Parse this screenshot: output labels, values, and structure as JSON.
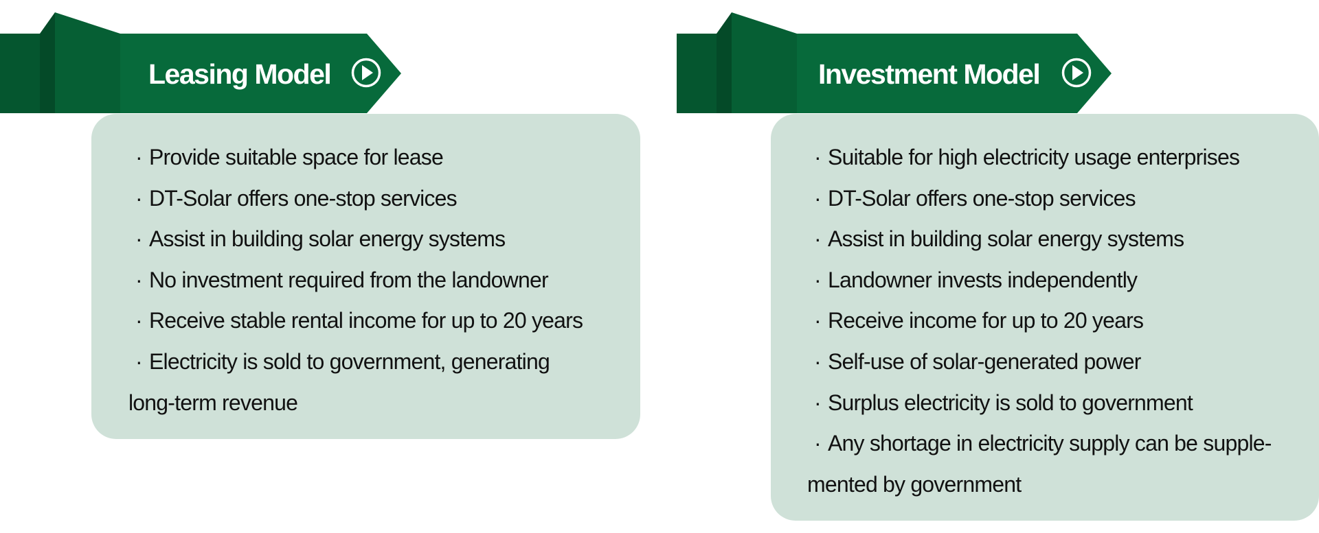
{
  "colors": {
    "ribbon_dark": "#05562f",
    "ribbon": "#076a3b",
    "box": "#cfe1d8",
    "text": "#111111"
  },
  "leasing": {
    "title": "Leasing Model",
    "icon": "play-circle-icon",
    "items": [
      {
        "text": "Provide suitable space for lease"
      },
      {
        "text": "DT-Solar offers one-stop services"
      },
      {
        "text": "Assist in building solar energy systems"
      },
      {
        "text": "No investment required from the landowner"
      },
      {
        "text": "Receive stable rental income for up to 20 years"
      },
      {
        "text": "Electricity is sold to government, generating",
        "continuation": "long-term revenue"
      }
    ]
  },
  "investment": {
    "title": "Investment Model",
    "icon": "play-circle-icon",
    "items": [
      {
        "text": "Suitable for high electricity usage enterprises"
      },
      {
        "text": "DT-Solar offers one-stop services"
      },
      {
        "text": "Assist in building solar energy systems"
      },
      {
        "text": "Landowner invests independently"
      },
      {
        "text": "Receive income for up to 20 years"
      },
      {
        "text": "Self-use of solar-generated power"
      },
      {
        "text": "Surplus electricity is sold to government"
      },
      {
        "text": "Any shortage in electricity supply can be supple-",
        "continuation": "mented by government"
      }
    ]
  }
}
